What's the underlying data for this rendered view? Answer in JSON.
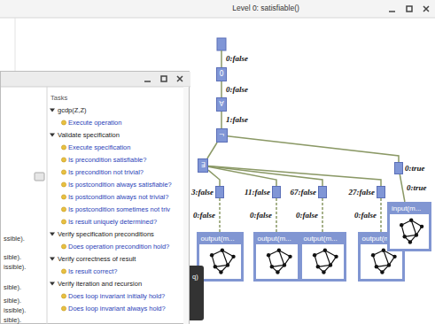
{
  "diagram": {
    "title": "Level 0: satisfiable()",
    "nodes": [
      {
        "text": [
          "0"
        ]
      },
      {
        "text": [
          "∀"
        ]
      },
      {
        "text": [
          "¬"
        ]
      },
      {
        "text": [
          "∃"
        ]
      },
      {
        "text": [
          "3:false"
        ]
      },
      {
        "text": [
          "11:false"
        ]
      },
      {
        "text": [
          "67:false"
        ]
      },
      {
        "text": [
          "27:false"
        ]
      },
      {
        "text": [
          "0:true"
        ]
      },
      {
        "text": [
          "output(m..."
        ]
      },
      {
        "text": [
          "output(m..."
        ]
      },
      {
        "text": [
          "output(m..."
        ]
      },
      {
        "text": [
          "output(m..."
        ]
      },
      {
        "text": [
          "input(m..."
        ]
      }
    ],
    "edges": [
      {
        "from": 0,
        "to": 1,
        "label": "0:false",
        "arrow": "none"
      },
      {
        "from": 1,
        "to": 2,
        "label": "1:false",
        "arrow": "none"
      },
      {
        "from": 2,
        "to": 3,
        "arrow": "none"
      },
      {
        "from": 2,
        "to": 8,
        "arrow": "none"
      },
      {
        "from": 3,
        "to": 4,
        "arrow": "none"
      },
      {
        "from": 3,
        "to": 5,
        "arrow": "none"
      },
      {
        "from": 3,
        "to": 6,
        "arrow": "none"
      },
      {
        "from": 3,
        "to": 7,
        "arrow": "none"
      },
      {
        "from": 4,
        "to": 9,
        "label": "0:false",
        "arrow": "none"
      },
      {
        "from": 5,
        "to": 10,
        "label": "0:false",
        "arrow": "none"
      },
      {
        "from": 6,
        "to": 11,
        "label": "0:false",
        "arrow": "none"
      },
      {
        "from": 7,
        "to": 12,
        "label": "0:false",
        "arrow": "none"
      },
      {
        "from": 8,
        "to": 13,
        "label": "0:true",
        "arrow": "none"
      }
    ],
    "labels": [
      "0:false",
      "Tasks",
      "gcdp(Z,Z)",
      "Execute operation",
      "Validate specification",
      "Execute specification",
      "Is precondition satisfiable?",
      "Is precondition not trivial?",
      "Is postcondition always satisfiable?",
      "Is postcondition always not trivial?",
      "Is postcondition sometimes not triv",
      "Is result uniquely determined?",
      "Verify specification preconditions",
      "Does operation precondition hold?",
      "Verify correctness of result",
      "Is result correct?",
      "Verify iteration and recursion",
      "Does loop invariant initially hold?",
      "Does loop invariant always hold?",
      "ssible).",
      "sible).",
      "issible).",
      "sible).",
      "sible).",
      "issible).",
      "sible).",
      "q)"
    ]
  }
}
